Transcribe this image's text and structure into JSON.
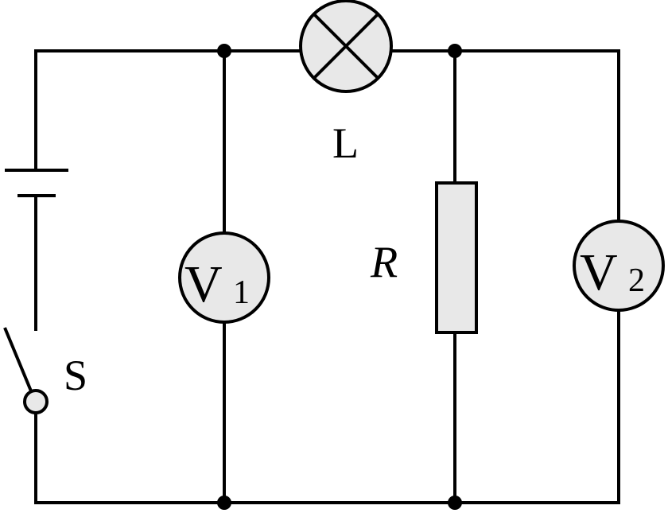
{
  "labels": {
    "lamp": "L",
    "resistor": "R",
    "switch": "S",
    "voltmeter1": {
      "letter": "V",
      "sub": "1"
    },
    "voltmeter2": {
      "letter": "V",
      "sub": "2"
    }
  },
  "colors": {
    "component_fill": "#e8e8e8",
    "wire": "#000000"
  }
}
